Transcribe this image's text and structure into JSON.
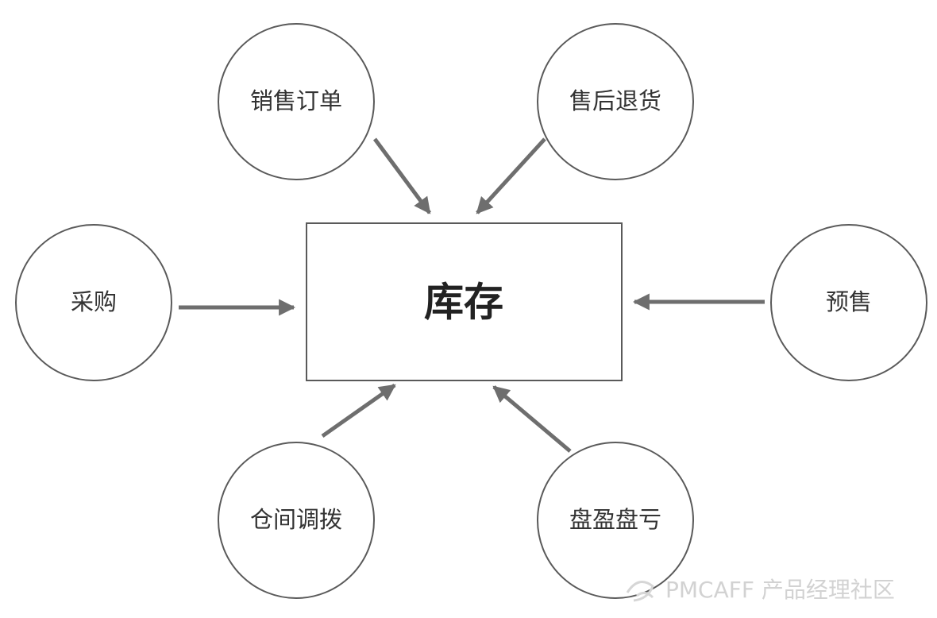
{
  "center": {
    "label": "库存"
  },
  "nodes": [
    {
      "id": "sales-order",
      "label": "销售订单"
    },
    {
      "id": "after-sales-return",
      "label": "售后退货"
    },
    {
      "id": "purchase",
      "label": "采购"
    },
    {
      "id": "presale",
      "label": "预售"
    },
    {
      "id": "warehouse-transfer",
      "label": "仓间调拨"
    },
    {
      "id": "stocktake-gain-loss",
      "label": "盘盈盘亏"
    }
  ],
  "watermark": {
    "text": "PMCAFF 产品经理社区"
  },
  "colors": {
    "stroke": "#5a5a5a",
    "arrow": "#6e6e6e",
    "text": "#333333",
    "watermark": "#d2d2d2"
  }
}
